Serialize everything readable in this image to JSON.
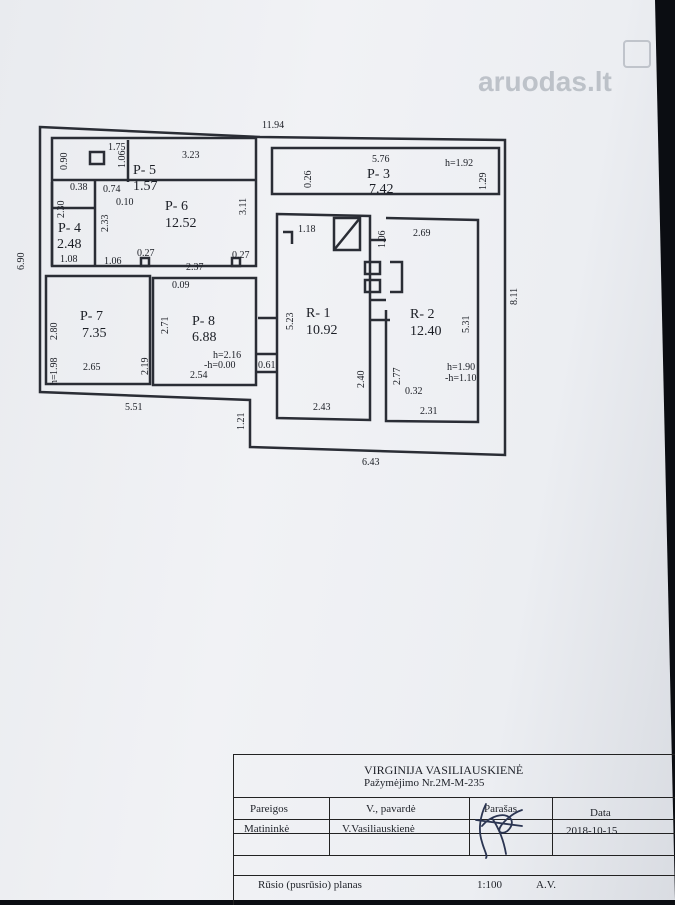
{
  "watermark": {
    "brand": "aruodas",
    "tld": ".lt"
  },
  "plan": {
    "overall_dims": {
      "top": "11.94",
      "left": "6.90",
      "right": "8.11",
      "bottom_left": "5.51",
      "bottom_right": "6.43",
      "step": "1.21"
    },
    "rooms": [
      {
        "id": "P- 3",
        "area": "7.42",
        "dims": [
          "5.76",
          "0.26",
          "1.29"
        ],
        "note": "h=1.92"
      },
      {
        "id": "P- 4",
        "area": "2.48",
        "dims": [
          "2.30",
          "1.08"
        ]
      },
      {
        "id": "P- 5",
        "area": "1.57",
        "dims": [
          "1.75",
          "0.90",
          "1.06",
          "0.38",
          "0.74",
          "0.10"
        ]
      },
      {
        "id": "P- 6",
        "area": "12.52",
        "dims": [
          "3.23",
          "3.11",
          "2.33",
          "1.06",
          "0.27",
          "2.37",
          "0.27"
        ]
      },
      {
        "id": "P- 7",
        "area": "7.35",
        "dims": [
          "2.80",
          "2.65",
          "1.98"
        ],
        "note": "h="
      },
      {
        "id": "P- 8",
        "area": "6.88",
        "dims": [
          "0.09",
          "2.71",
          "2.19",
          "2.54",
          "0.61"
        ],
        "note": "h=2.16",
        "note2": "-h=0.00"
      },
      {
        "id": "R- 1",
        "area": "10.92",
        "dims": [
          "1.18",
          "5.23",
          "2.40",
          "2.43"
        ]
      },
      {
        "id": "R- 2",
        "area": "12.40",
        "dims": [
          "1.06",
          "2.69",
          "5.31",
          "2.77",
          "0.32",
          "2.31"
        ],
        "note": "h=1.90",
        "note2": "-h=1.10"
      }
    ]
  },
  "title_block": {
    "author": "VIRGINIJA VASILIAUSKIENĖ",
    "certificate": "Pažymėjimo Nr.2M-M-235",
    "headers": {
      "position": "Pareigos",
      "name": "V., pavardė",
      "signature": "Parašas",
      "date": "Data"
    },
    "row": {
      "position": "Matininkė",
      "name": "V.Vasiliauskienė",
      "date": "2018-10-15"
    },
    "drawing_title": "Rūsio (pusrūsio) planas",
    "scale": "1:100",
    "av": "A.V."
  }
}
